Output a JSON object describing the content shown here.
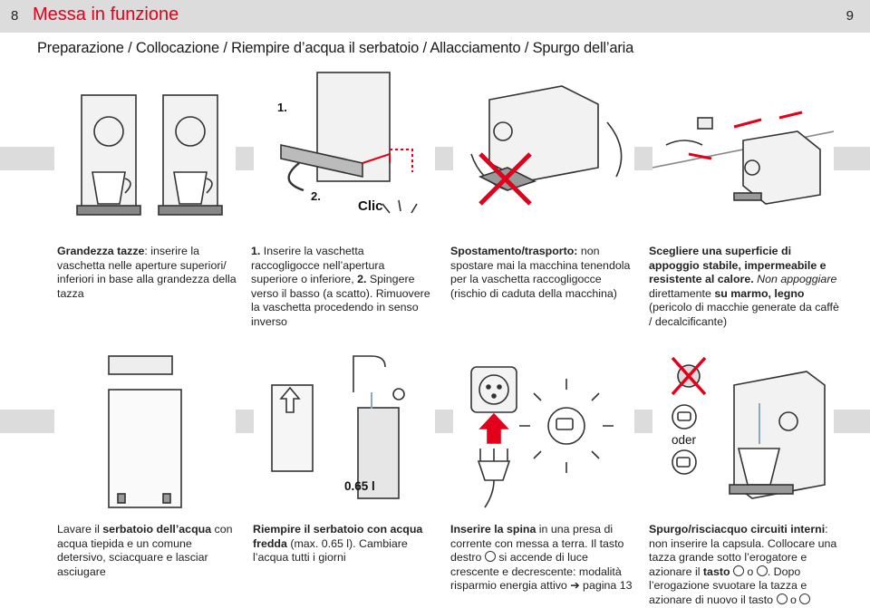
{
  "header": {
    "page_left": "8",
    "section_title": "Messa in funzione",
    "page_right": "9"
  },
  "subtitle": "Preparazione / Collocazione / Riempire d’acqua il serbatoio / Allacciamento /  Spurgo dell’aria",
  "panels": {
    "p2_step1": "1.",
    "p2_step2": "2.",
    "p2_clic": "Clic",
    "p6_volume": "0.65 l",
    "p8_oder": "oder"
  },
  "captions": {
    "c1": {
      "b1": "Grandezza tazze",
      "t1": ": inserire la vaschetta nelle aperture superiori/ inferiori in base alla grandezza della tazza"
    },
    "c2": {
      "b1": "1.",
      "t1": " Inserire la vaschetta raccogligocce nell’apertura superiore o inferiore, ",
      "b2": "2.",
      "t2": " Spingere verso il basso (a scatto). Rimuovere la vaschetta procedendo in senso inverso"
    },
    "c3": {
      "b1": "Spostamento/trasporto:",
      "t1": " non spostare mai la macchina tenendola per la vaschetta raccogligocce (rischio di caduta della macchina)"
    },
    "c4": {
      "b1": "Scegliere una superficie di appoggio stabile, impermeabile e resistente al calore.",
      "i1": " Non appoggiare",
      "t1": " direttamente ",
      "b2": "su marmo, legno",
      "t2": " (pericolo di macchie generate da caffè / decalcificante)"
    },
    "c5": {
      "t1": "Lavare il ",
      "b1": "serbatoio dell’acqua",
      "t2": " con acqua tiepida e un comune detersivo, sciacquare e lasciar asciugare"
    },
    "c6": {
      "b1": "Riempire il serbatoio con acqua fredda",
      "t1": " (max. 0.65 l). Cambiare l’acqua tutti i giorni"
    },
    "c7": {
      "b1": "Inserire la spina",
      "t1": " in una presa di corrente con messa a terra. Il tasto destro ",
      "t2": " si accende di luce crescente e decrescente: modalità risparmio energia attivo ➔ pagina 13"
    },
    "c8": {
      "b1": "Spurgo/risciacquo circuiti interni",
      "t1": ": non inserire la capsula. Collocare una tazza grande sotto l’erogatore e azionare il ",
      "b2": "tasto",
      "t2": " o ",
      "t3": ". Dopo l’erogazione svuotare la tazza e azionare di nuovo il tasto ",
      "t4": " o "
    }
  },
  "colors": {
    "accent_red": "#e2001a",
    "band_gray": "#dcdcdc",
    "text": "#1a1a1a"
  }
}
